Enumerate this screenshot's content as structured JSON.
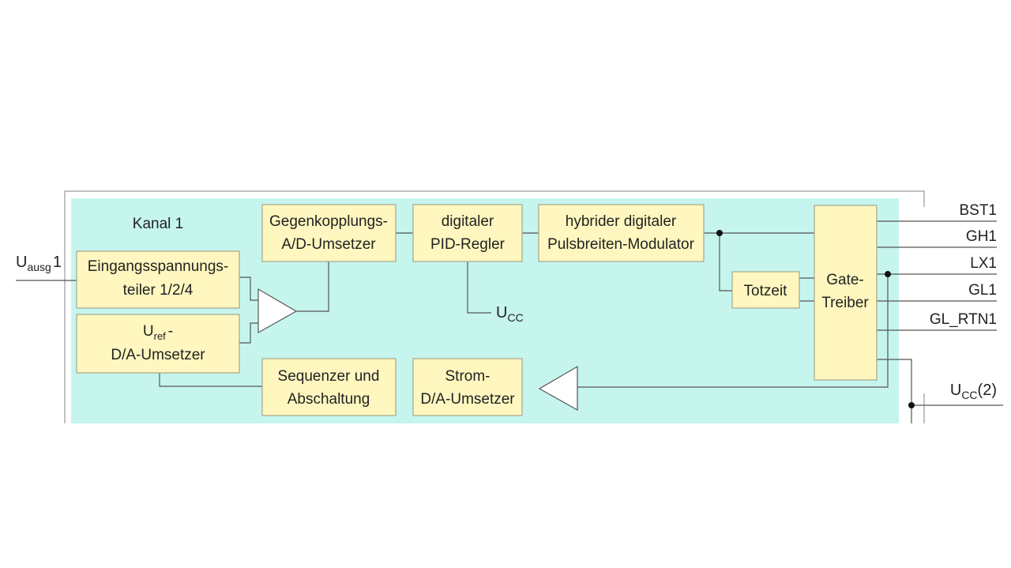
{
  "diagram": {
    "channel_label": "Kanal 1",
    "input_label": {
      "main": "U",
      "sub": "ausg",
      "suffix": "1"
    },
    "blocks": {
      "divider": [
        "Eingangsspannungs-",
        "teiler 1/2/4"
      ],
      "uref": {
        "line1_main": "U",
        "line1_sub": "ref",
        "line1_suffix": "-",
        "line2": "D/A-Umsetzer"
      },
      "adc": [
        "Gegenkopplungs-",
        "A/D-Umsetzer"
      ],
      "pid": [
        "digitaler",
        "PID-Regler"
      ],
      "pwm": [
        "hybrider digitaler",
        "Pulsbreiten-Modulator"
      ],
      "deadtime": [
        "Totzeit"
      ],
      "gate": [
        "Gate-",
        "Treiber"
      ],
      "sequencer": [
        "Sequenzer und",
        "Abschaltung"
      ],
      "current_dac": [
        "Strom-",
        "D/A-Umsetzer"
      ]
    },
    "ucc_label": {
      "main": "U",
      "sub": "CC"
    },
    "outputs": [
      "BST1",
      "GH1",
      "LX1",
      "GL1",
      "GL_RTN1"
    ],
    "ucc2_label": {
      "main": "U",
      "sub": "CC",
      "suffix": "(2)"
    },
    "colors": {
      "panel": "#c6f5ee",
      "block": "#fff7bf",
      "block_border": "#a7a78a",
      "wire": "#555555",
      "frame": "#9a9a9a"
    }
  }
}
